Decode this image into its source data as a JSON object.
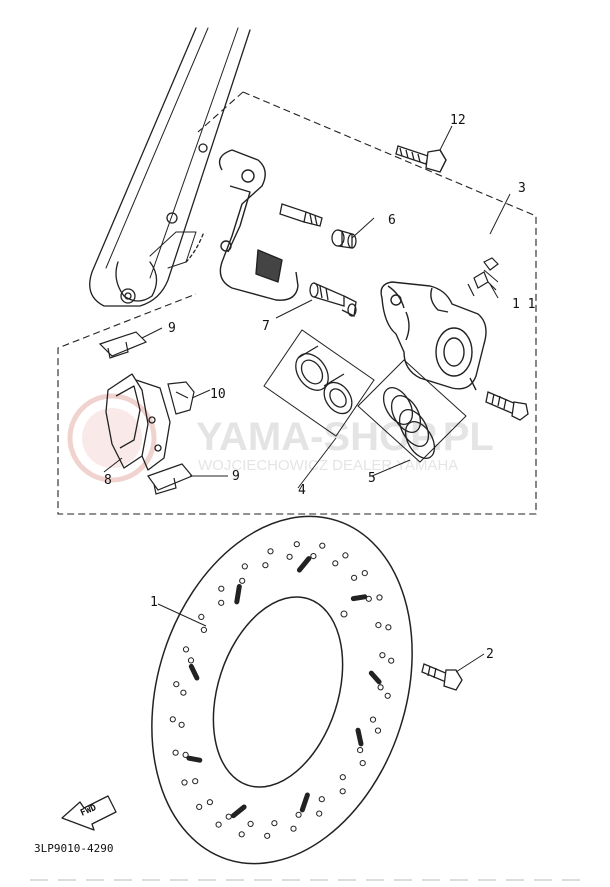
{
  "diagram": {
    "callouts": {
      "c1": "1",
      "c2": "2",
      "c3": "3",
      "c4": "4",
      "c5": "5",
      "c6": "6",
      "c7": "7",
      "c8": "8",
      "c9a": "9",
      "c9b": "9",
      "c10": "10",
      "c11": "1 1",
      "c12": "12"
    },
    "fwd_label": "FWD",
    "part_code": "3LP9010-4290"
  },
  "watermark": {
    "brand": "YAMA-SHOP.PL",
    "subtitle": "WOJCIECHOWICZ DEALER YAMAHA"
  }
}
